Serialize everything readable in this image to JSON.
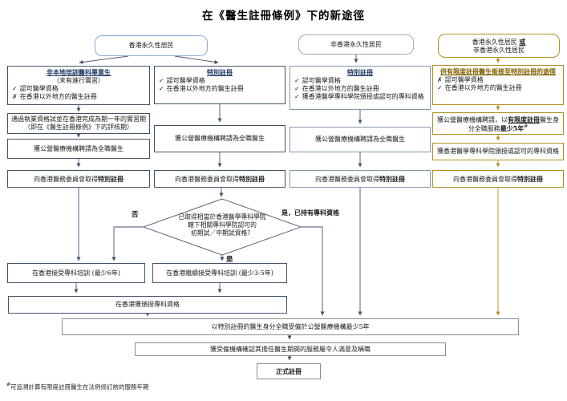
{
  "title": "在《醫生註冊條例》下的新途徑",
  "top": {
    "hk": "香港永久性居民",
    "non_hk": "非香港永久性居民",
    "either_l1": "香港永久性居民",
    "either_or": "或",
    "either_l2": "非香港永久性居民"
  },
  "cols": {
    "c1": {
      "title": "非本地培訓醫科畢業生",
      "subtitle": "（未有進行實習）",
      "items": [
        {
          "icon": "✓",
          "text": "認可醫學資格"
        },
        {
          "icon": "✗",
          "text": "在香港以外地方的醫生註冊"
        }
      ],
      "exam_l1": "通過執業資格試並在香港完成為期一年的實習期",
      "exam_l2": "（即在《醫生註冊條例》下的評核期）"
    },
    "c2": {
      "title": "特別註冊",
      "items": [
        {
          "icon": "✓",
          "text": "認可醫學資格"
        },
        {
          "icon": "✓",
          "text": "在香港以外地方的醫生註冊"
        }
      ]
    },
    "c3": {
      "title": "特別註冊",
      "items": [
        {
          "icon": "✓",
          "text": "認可醫學資格"
        },
        {
          "icon": "✓",
          "text": "在香港以外地方的醫生註冊"
        },
        {
          "icon": "✓",
          "text": "獲香港醫學專科學院頒授或認可的專科資格"
        }
      ]
    },
    "c4": {
      "title": "供有限度註冊醫生銜接至特別註冊的途徑",
      "items": [
        {
          "icon": "✗",
          "text": "認可醫學資格"
        },
        {
          "icon": "✓",
          "text": "在香港以外地方的醫生註冊"
        }
      ],
      "employ_prefix": "獲公營醫療機構聘請，以",
      "employ_u": "有限度註冊",
      "employ_mid": "醫生身分",
      "employ_l2": "全職服務",
      "employ_b": "最少5年",
      "employ_sup": "#",
      "fellowship": "獲香港醫學專科學院頒授或認可的專科資格"
    }
  },
  "shared": {
    "employ_fulltime": "獲公營醫療機構聘請為全職醫生",
    "smc_prefix": "向香港醫務委員會取得",
    "smc_bold": "特別註冊"
  },
  "decision": {
    "l1": "已取得相當於香港醫學專科學院",
    "l2": "轄下相關專科學院認可的",
    "l3": "初期試／中期試資格？",
    "no": "否",
    "yes": "是",
    "yes_specialist": "是，已持有專科資格"
  },
  "bottom": {
    "train6": "在香港接受專科培訓 (最少6年)",
    "train35": "在香港繼續接受專科培訓 (最少3-5年)",
    "award": "在香港獲頒授專科資格",
    "employed5": "以特別註冊的醫生身分全職受僱於公營醫療機構最少5年",
    "confirm": "獲受僱機構確認其擔任醫生期間的服務屬令人滿意及稱職",
    "formal": "正式註冊"
  },
  "footnote": {
    "sup": "#",
    "text": "可追溯計算有限度註冊醫生在法例修訂前的服務年期"
  },
  "colors": {
    "line_blue": "#44546A",
    "line_gold": "#B38F1D",
    "border_blue_light": "#8EAADB",
    "border_grey": "#8C8C8C",
    "heading_blue": "#1F3864",
    "heading_gold": "#7F6000"
  }
}
